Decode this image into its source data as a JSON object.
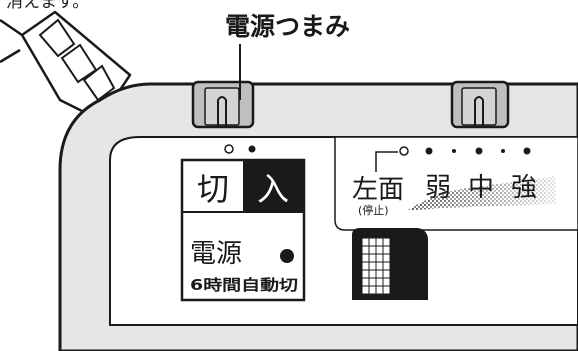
{
  "top_cut_text": "消えます。",
  "callout_label": "電源つまみ",
  "power_switch": {
    "off_label": "切",
    "on_label": "入",
    "name_label": "電源",
    "timer_label": "6時間自動切"
  },
  "fan_panel": {
    "left_label": "左面",
    "stop_label": "(停止)",
    "levels": [
      "弱",
      "中",
      "強"
    ]
  },
  "colors": {
    "ink": "#1a1a1a",
    "body_fill": "#e6e6e6",
    "panel_fill": "#ffffff",
    "knob_fill": "#bfbfbf",
    "shade": "#8a8a8a"
  },
  "icons": [
    "power-cord-icon",
    "knob-icon",
    "indicator-dot-icon",
    "gradient-bar-icon",
    "slider-knob-icon"
  ]
}
